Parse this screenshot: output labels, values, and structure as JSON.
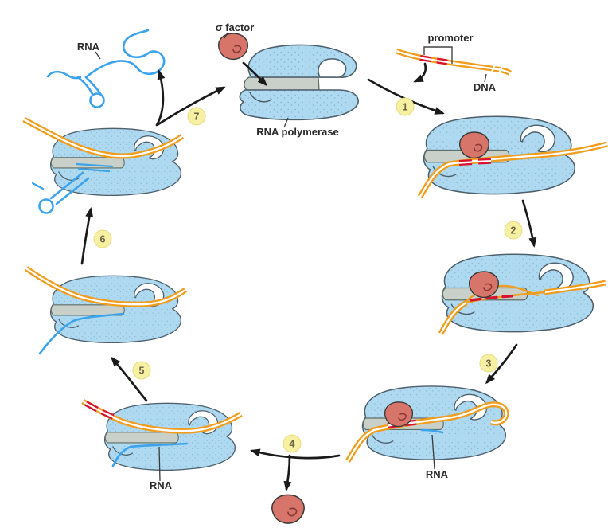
{
  "figure": {
    "title": "transcription-cycle",
    "labels": {
      "rna_top": "RNA",
      "sigma_factor": "σ factor",
      "rna_polymerase": "RNA polymerase",
      "promoter": "promoter",
      "dna": "DNA",
      "rna_right": "RNA",
      "rna_left": "RNA"
    },
    "steps": [
      "1",
      "2",
      "3",
      "4",
      "5",
      "6",
      "7"
    ],
    "colors": {
      "background": "#ffffff",
      "polymerase": "#aed9f0",
      "polymerase_dot": "#7fb6d4",
      "outline": "#4d5f6b",
      "channel": "#c9d0c9",
      "sigma": "#d8756b",
      "dna": "#f09d1e",
      "promoter": "#d8132f",
      "rna": "#3ba3ec",
      "step_badge": "#f6f0a2",
      "step_text": "#6b6242",
      "label_text": "#2a2a2a",
      "arrow": "#1a1a1a"
    }
  }
}
